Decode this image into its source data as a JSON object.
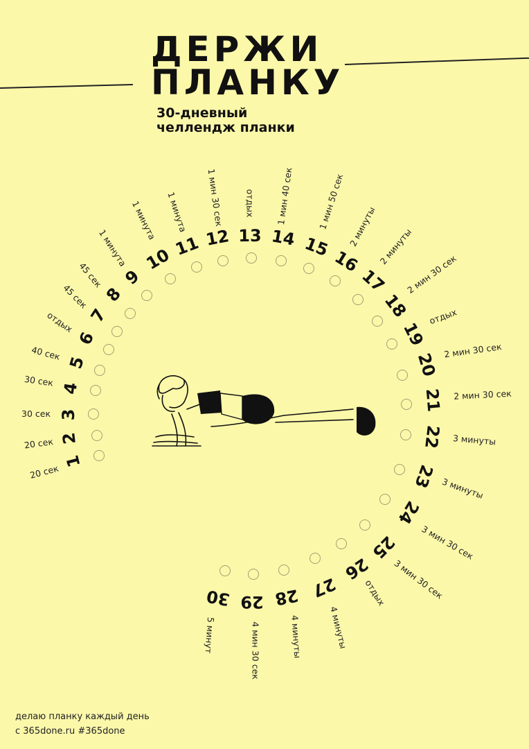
{
  "header": {
    "title_line1": "ДЕРЖИ",
    "title_line2": "ПЛАНКУ",
    "subtitle_line1": "30-дневный",
    "subtitle_line2": "челлендж планки"
  },
  "days": [
    {
      "day": "1",
      "duration": "20 сек"
    },
    {
      "day": "2",
      "duration": "20 сек"
    },
    {
      "day": "3",
      "duration": "30 сек"
    },
    {
      "day": "4",
      "duration": "30 сек"
    },
    {
      "day": "5",
      "duration": "40 сек"
    },
    {
      "day": "6",
      "duration": "отдых"
    },
    {
      "day": "7",
      "duration": "45 сек"
    },
    {
      "day": "8",
      "duration": "45 сек"
    },
    {
      "day": "9",
      "duration": "1 минута"
    },
    {
      "day": "10",
      "duration": "1 минута"
    },
    {
      "day": "11",
      "duration": "1 минута"
    },
    {
      "day": "12",
      "duration": "1 мин 30 сек"
    },
    {
      "day": "13",
      "duration": "отдых"
    },
    {
      "day": "14",
      "duration": "1 мин 40 сек"
    },
    {
      "day": "15",
      "duration": "1 мин 50 сек"
    },
    {
      "day": "16",
      "duration": "2 минуты"
    },
    {
      "day": "17",
      "duration": "2 минуты"
    },
    {
      "day": "18",
      "duration": "2 мин 30 сек"
    },
    {
      "day": "19",
      "duration": "отдых"
    },
    {
      "day": "20",
      "duration": "2 мин 30 сек"
    },
    {
      "day": "21",
      "duration": "2 мин 30 сек"
    },
    {
      "day": "22",
      "duration": "3 минуты"
    },
    {
      "day": "23",
      "duration": "3 минуты"
    },
    {
      "day": "24",
      "duration": "3 мин 30 сек"
    },
    {
      "day": "25",
      "duration": "3 мин 30 сек"
    },
    {
      "day": "26",
      "duration": "отдых"
    },
    {
      "day": "27",
      "duration": "4 минуты"
    },
    {
      "day": "28",
      "duration": "4 минуты"
    },
    {
      "day": "29",
      "duration": "4 мин 30 сек"
    },
    {
      "day": "30",
      "duration": "5 минут"
    }
  ],
  "footer": {
    "line1": "делаю планку каждый день",
    "line2": "с 365done.ru #365done"
  },
  "colors": {
    "background": "#fcf8aa",
    "text": "#111111",
    "checkbox": "#a39d6f"
  }
}
